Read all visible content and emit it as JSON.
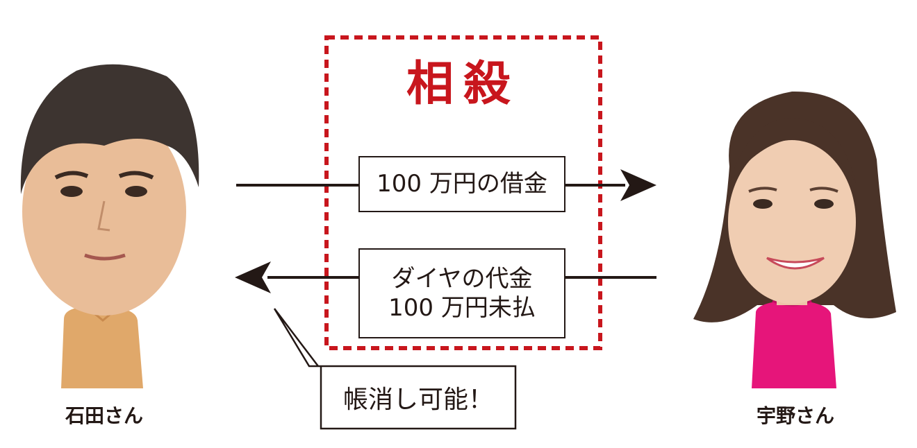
{
  "diagram": {
    "title": "相殺",
    "loan_box": {
      "text": "100 万円の借金"
    },
    "diamond_box": {
      "line1": "ダイヤの代金",
      "line2": "100 万円未払"
    },
    "bubble": {
      "text": "帳消し可能！"
    },
    "person_left": {
      "name": "石田さん"
    },
    "person_right": {
      "name": "宇野さん"
    }
  },
  "colors": {
    "accent_red": "#c8161d",
    "ink": "#231815",
    "left_sweater": "#e0a86a",
    "right_top": "#e6157a"
  }
}
